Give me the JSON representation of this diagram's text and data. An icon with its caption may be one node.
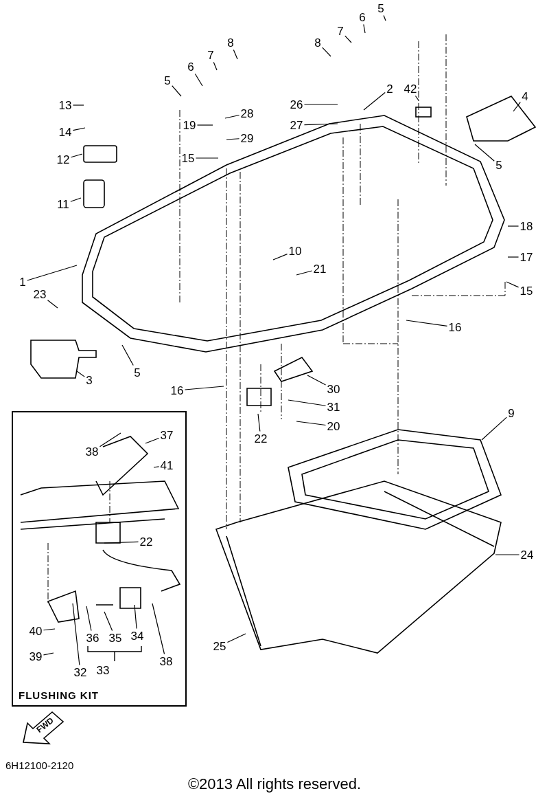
{
  "diagram": {
    "caption": "©2013 All rights reserved.",
    "nodes": [
      {
        "text": [
          "5"
        ]
      },
      {
        "text": [
          "6"
        ]
      },
      {
        "text": [
          "7"
        ]
      },
      {
        "text": [
          "8"
        ]
      },
      {
        "text": [
          "5"
        ]
      },
      {
        "text": [
          "6"
        ]
      },
      {
        "text": [
          "7"
        ]
      },
      {
        "text": [
          "8"
        ]
      },
      {
        "text": [
          "13"
        ]
      },
      {
        "text": [
          "14"
        ]
      },
      {
        "text": [
          "12"
        ]
      },
      {
        "text": [
          "11"
        ]
      },
      {
        "text": [
          "2"
        ]
      },
      {
        "text": [
          "26"
        ]
      },
      {
        "text": [
          "27"
        ]
      },
      {
        "text": [
          "42"
        ]
      },
      {
        "text": [
          "4"
        ]
      },
      {
        "text": [
          "5"
        ]
      },
      {
        "text": [
          "28"
        ]
      },
      {
        "text": [
          "19"
        ]
      },
      {
        "text": [
          "29"
        ]
      },
      {
        "text": [
          "15"
        ]
      },
      {
        "text": [
          "18"
        ]
      },
      {
        "text": [
          "17"
        ]
      },
      {
        "text": [
          "15"
        ]
      },
      {
        "text": [
          "10"
        ]
      },
      {
        "text": [
          "21"
        ]
      },
      {
        "text": [
          "1"
        ]
      },
      {
        "text": [
          "23"
        ]
      },
      {
        "text": [
          "16"
        ]
      },
      {
        "text": [
          "5"
        ]
      },
      {
        "text": [
          "3"
        ]
      },
      {
        "text": [
          "16"
        ]
      },
      {
        "text": [
          "30"
        ]
      },
      {
        "text": [
          "31"
        ]
      },
      {
        "text": [
          "22"
        ]
      },
      {
        "text": [
          "20"
        ]
      },
      {
        "text": [
          "9"
        ]
      },
      {
        "text": [
          "24"
        ]
      },
      {
        "text": [
          "25"
        ]
      },
      {
        "text": [
          "FLUSHING KIT"
        ]
      },
      {
        "text": [
          "38"
        ],
        "in": 40
      },
      {
        "text": [
          "37"
        ],
        "in": 40
      },
      {
        "text": [
          "41"
        ],
        "in": 40
      },
      {
        "text": [
          "22"
        ],
        "in": 40
      },
      {
        "text": [
          "40"
        ],
        "in": 40
      },
      {
        "text": [
          "39"
        ],
        "in": 40
      },
      {
        "text": [
          "32"
        ],
        "in": 40
      },
      {
        "text": [
          "36"
        ],
        "in": 40
      },
      {
        "text": [
          "35"
        ],
        "in": 40
      },
      {
        "text": [
          "34"
        ],
        "in": 40
      },
      {
        "text": [
          "38"
        ],
        "in": 40
      },
      {
        "text": [
          "33"
        ],
        "in": 40
      },
      {
        "text": [
          "FWD"
        ]
      }
    ],
    "edges": [
      {
        "from": 0,
        "to": null,
        "arrow": "none"
      },
      {
        "from": 1,
        "to": null,
        "arrow": "none"
      },
      {
        "from": 2,
        "to": null,
        "arrow": "none"
      },
      {
        "from": 3,
        "to": null,
        "arrow": "none"
      },
      {
        "from": 4,
        "to": null,
        "arrow": "none"
      },
      {
        "from": 5,
        "to": null,
        "arrow": "none"
      },
      {
        "from": 6,
        "to": null,
        "arrow": "none"
      },
      {
        "from": 7,
        "to": null,
        "arrow": "none"
      },
      {
        "from": 8,
        "to": null,
        "arrow": "none"
      },
      {
        "from": 9,
        "to": null,
        "arrow": "none"
      },
      {
        "from": 10,
        "to": null,
        "arrow": "none"
      },
      {
        "from": 11,
        "to": null,
        "arrow": "none"
      },
      {
        "from": 12,
        "to": null,
        "arrow": "none"
      },
      {
        "from": 13,
        "to": null,
        "arrow": "none"
      },
      {
        "from": 14,
        "to": null,
        "arrow": "none"
      },
      {
        "from": 15,
        "to": null,
        "arrow": "none"
      },
      {
        "from": 16,
        "to": null,
        "arrow": "none"
      },
      {
        "from": 17,
        "to": null,
        "arrow": "none"
      },
      {
        "from": 18,
        "to": null,
        "arrow": "none"
      },
      {
        "from": 19,
        "to": null,
        "arrow": "none"
      },
      {
        "from": 20,
        "to": null,
        "arrow": "none"
      },
      {
        "from": 21,
        "to": null,
        "arrow": "none"
      },
      {
        "from": 22,
        "to": null,
        "arrow": "none"
      },
      {
        "from": 23,
        "to": null,
        "arrow": "none"
      },
      {
        "from": 24,
        "to": null,
        "arrow": "none"
      },
      {
        "from": 25,
        "to": null,
        "arrow": "none"
      },
      {
        "from": 26,
        "to": null,
        "arrow": "none"
      },
      {
        "from": 27,
        "to": null,
        "arrow": "none"
      },
      {
        "from": 28,
        "to": null,
        "arrow": "none"
      },
      {
        "from": 29,
        "to": null,
        "arrow": "none"
      },
      {
        "from": 30,
        "to": null,
        "arrow": "none"
      },
      {
        "from": 31,
        "to": null,
        "arrow": "none"
      },
      {
        "from": 32,
        "to": null,
        "arrow": "none"
      },
      {
        "from": 33,
        "to": null,
        "arrow": "none"
      },
      {
        "from": 34,
        "to": null,
        "arrow": "none"
      },
      {
        "from": 35,
        "to": null,
        "arrow": "none"
      },
      {
        "from": 36,
        "to": null,
        "arrow": "none"
      },
      {
        "from": 37,
        "to": null,
        "arrow": "none"
      },
      {
        "from": 38,
        "to": null,
        "arrow": "none"
      },
      {
        "from": 39,
        "to": null,
        "arrow": "none"
      },
      {
        "from": 41,
        "to": null,
        "arrow": "none"
      },
      {
        "from": 42,
        "to": null,
        "arrow": "none"
      },
      {
        "from": 43,
        "to": null,
        "arrow": "none"
      },
      {
        "from": 44,
        "to": null,
        "arrow": "none"
      },
      {
        "from": 45,
        "to": null,
        "arrow": "none"
      },
      {
        "from": 46,
        "to": null,
        "arrow": "none"
      },
      {
        "from": 47,
        "to": null,
        "arrow": "none"
      },
      {
        "from": 48,
        "to": null,
        "arrow": "none"
      },
      {
        "from": 49,
        "to": null,
        "arrow": "none"
      },
      {
        "from": 50,
        "to": null,
        "arrow": "none"
      },
      {
        "from": 51,
        "to": null,
        "arrow": "none"
      }
    ],
    "labels": [
      "6H12100-2120"
    ]
  }
}
